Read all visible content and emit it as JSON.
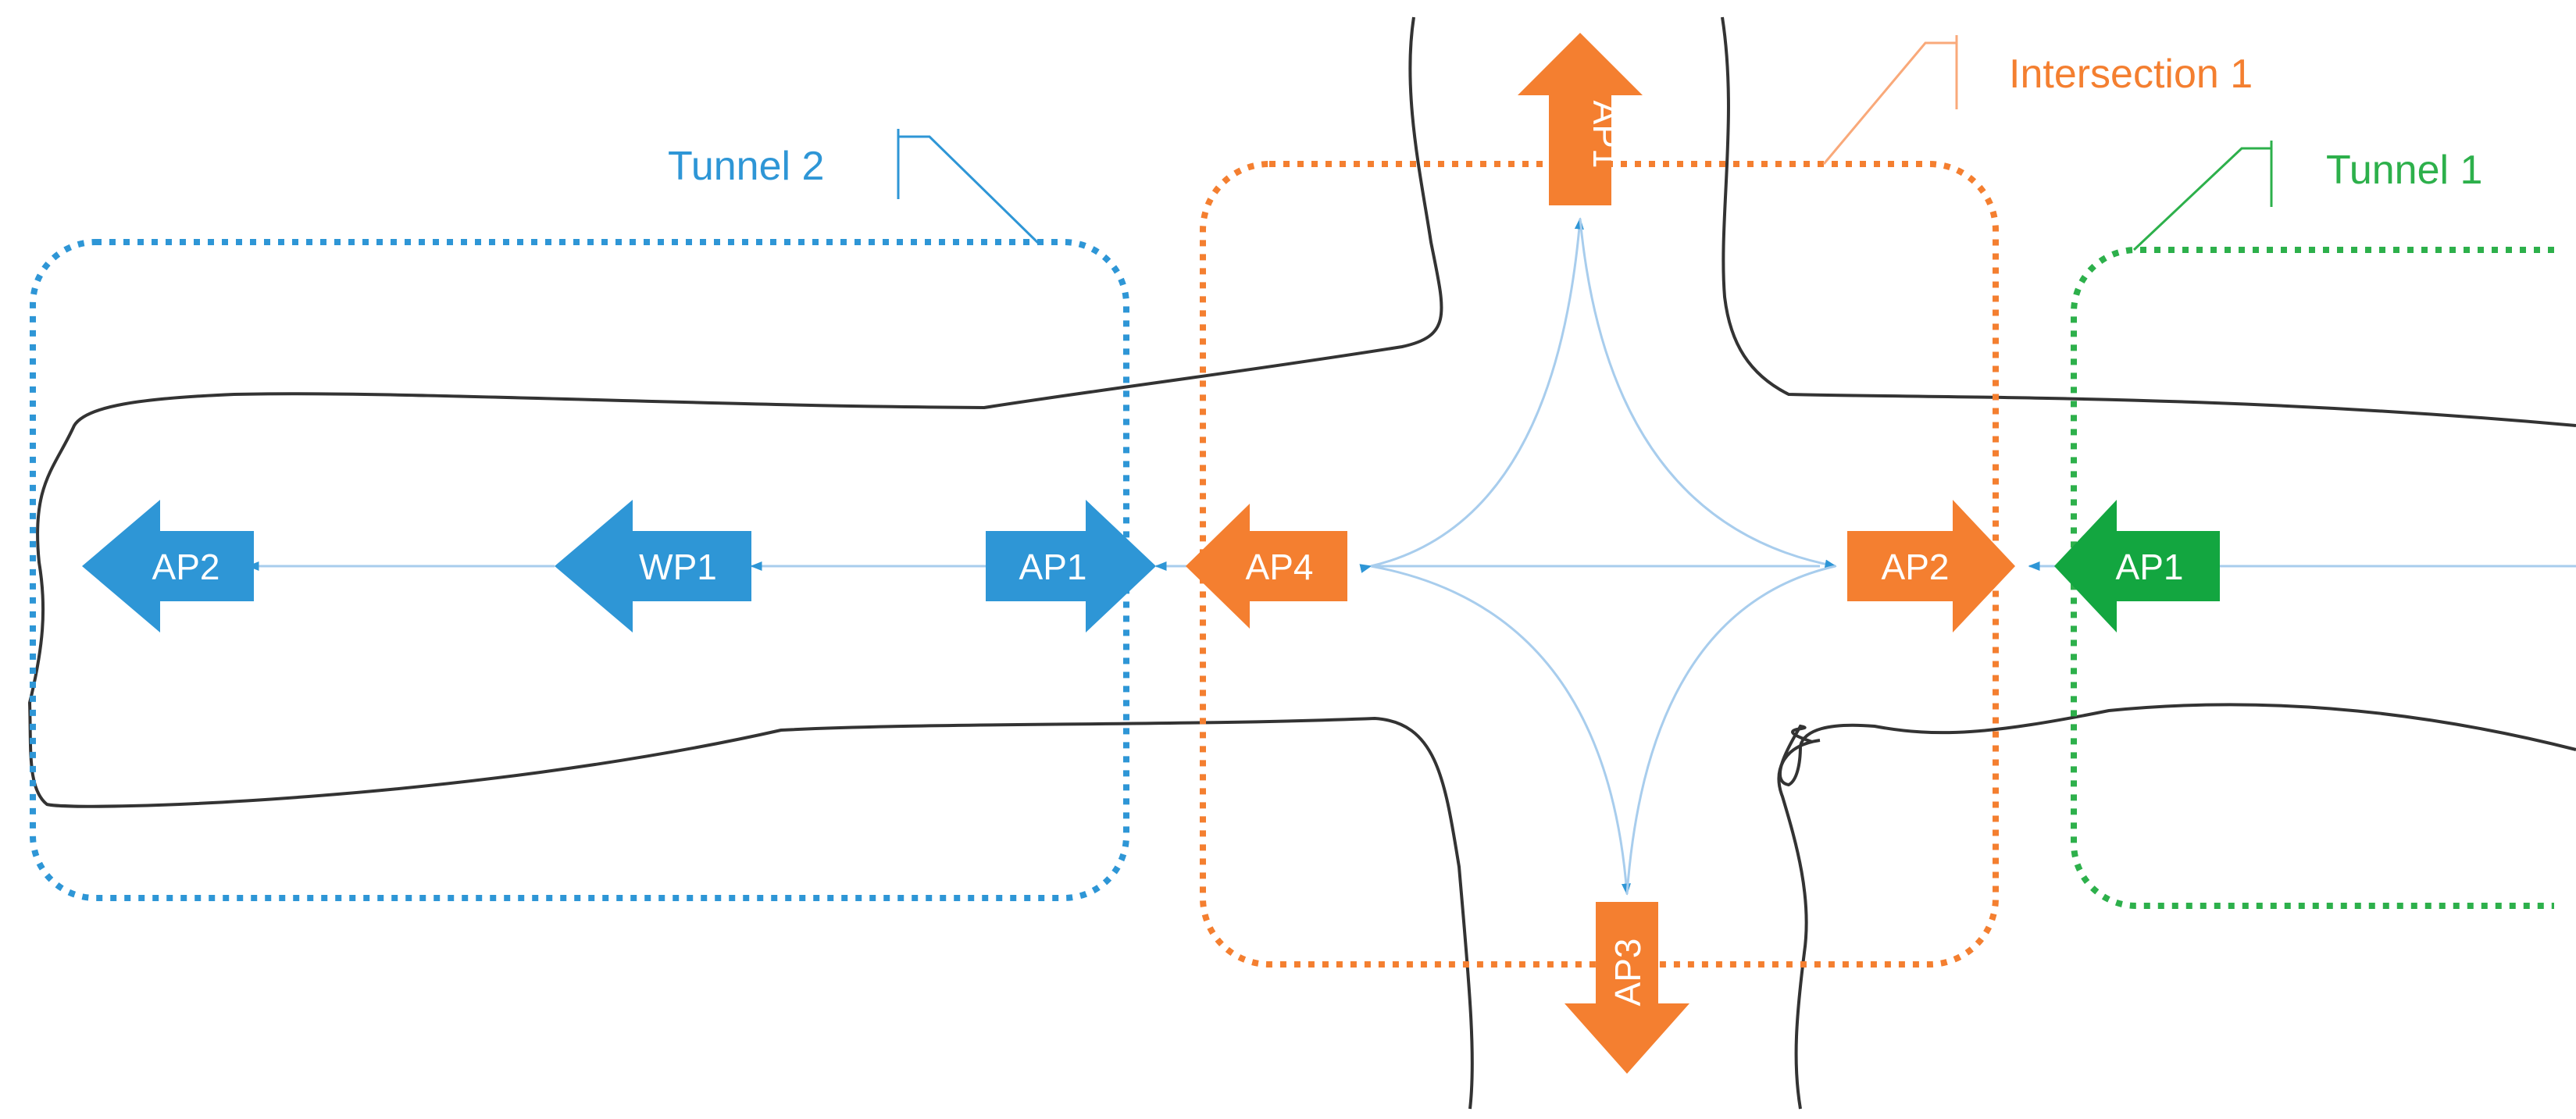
{
  "colors": {
    "tunnel2": "#2E96D6",
    "intersection1": "#F47F30",
    "tunnel1": "#2DB04B",
    "tunnel1_arrow": "#13A640",
    "path": "#A8CDED",
    "walls": "#333333"
  },
  "regions": {
    "tunnel2": "Tunnel 2",
    "intersection1": "Intersection 1",
    "tunnel1": "Tunnel 1"
  },
  "arrows": {
    "t2_ap2": "AP2",
    "t2_wp1": "WP1",
    "t2_ap1": "AP1",
    "i1_ap4": "AP4",
    "i1_ap2": "AP2",
    "i1_ap1": "AP1",
    "i1_ap3": "AP3",
    "t1_ap1": "AP1"
  }
}
